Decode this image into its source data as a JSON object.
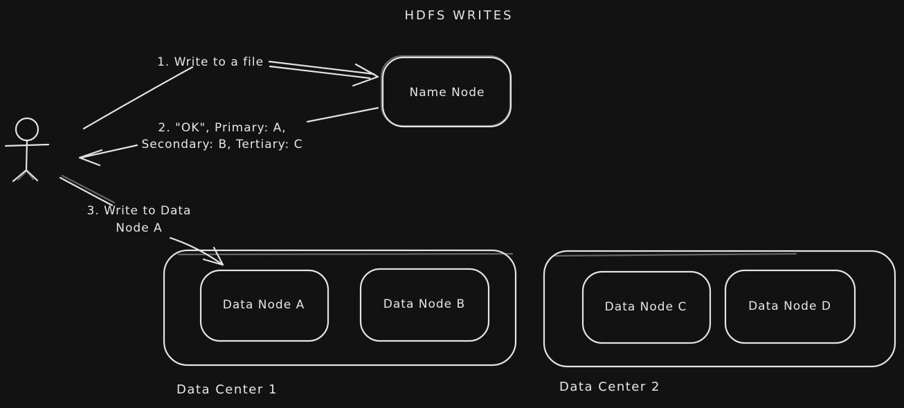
{
  "title": "HDFS WRITES",
  "colors": {
    "background": "#121212",
    "ink": "#e4e4e4"
  },
  "icons": {
    "actor": "stick-figure-person-icon"
  },
  "nodes": {
    "name_node": "Name Node",
    "data_node_a": "Data Node A",
    "data_node_b": "Data Node B",
    "data_node_c": "Data Node C",
    "data_node_d": "Data Node D"
  },
  "containers": {
    "data_center_1": "Data Center 1",
    "data_center_2": "Data Center 2"
  },
  "arrows": {
    "step1": {
      "label": "1. Write to a file",
      "from": "client",
      "to": "name_node"
    },
    "step2": {
      "label": "2. \"OK\", Primary: A,\nSecondary: B, Tertiary: C",
      "from": "name_node",
      "to": "client"
    },
    "step3": {
      "label": "3. Write to Data\nNode A",
      "from": "client",
      "to": "data_node_a"
    }
  }
}
